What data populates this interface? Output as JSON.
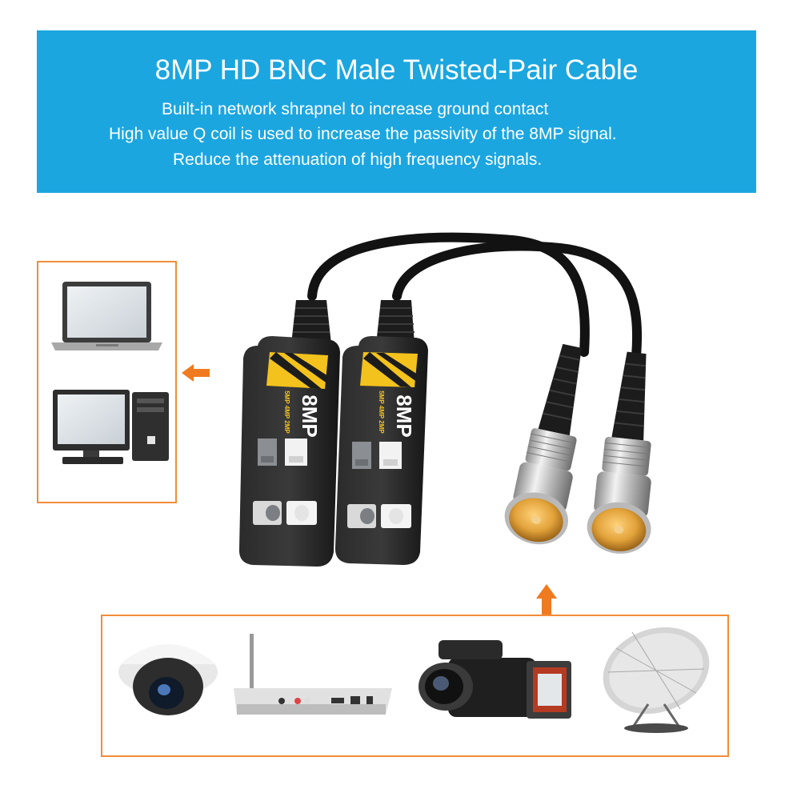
{
  "banner": {
    "title": "8MP HD BNC Male Twisted-Pair Cable",
    "lines": [
      "Built-in network shrapnel to increase ground contact",
      "High value Q coil is used to increase the passivity of the 8MP signal.",
      "Reduce the attenuation of high frequency signals."
    ]
  },
  "product": {
    "label_text": "8MP",
    "label_small_text": "5MP 4MP 2MP",
    "count": 2
  },
  "colors": {
    "banner_bg": "#1ba6e0",
    "frame_orange": "#f28c38",
    "arrow_orange": "#f07a1f",
    "label_yellow": "#f3c21c"
  },
  "icons": {
    "output_devices": [
      "laptop-icon",
      "desktop-computer-icon"
    ],
    "input_devices": [
      "dome-camera-icon",
      "wireless-router-icon",
      "camcorder-icon",
      "satellite-dish-icon"
    ]
  }
}
